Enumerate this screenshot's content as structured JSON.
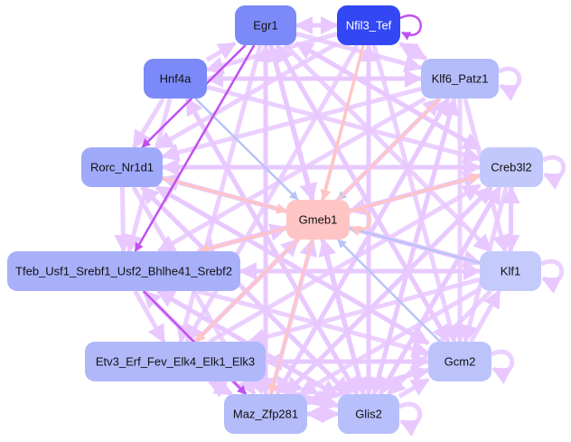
{
  "diagram": {
    "type": "gene-regulatory-network",
    "colors": {
      "edge_default": "#e8c8ff",
      "edge_strong": "#c050f0",
      "edge_blue": "#b8c4f8",
      "edge_pink": "#ffc4c4",
      "self_loop_strong": "#c050f0"
    },
    "nodes": [
      {
        "id": "Egr1",
        "label": "Egr1",
        "fill": "#7b8af8",
        "text_color": "#111111"
      },
      {
        "id": "Nfil3_Tef",
        "label": "Nfil3_Tef",
        "fill": "#3347f5",
        "text_color": "#ffffff"
      },
      {
        "id": "Hnf4a",
        "label": "Hnf4a",
        "fill": "#7b8af8",
        "text_color": "#111111"
      },
      {
        "id": "Klf6_Patz1",
        "label": "Klf6_Patz1",
        "fill": "#b4bcfa",
        "text_color": "#111111"
      },
      {
        "id": "Rorc_Nr1d1",
        "label": "Rorc_Nr1d1",
        "fill": "#a0aafa",
        "text_color": "#111111"
      },
      {
        "id": "Creb3l2",
        "label": "Creb3l2",
        "fill": "#c2c8fb",
        "text_color": "#111111"
      },
      {
        "id": "Gmeb1",
        "label": "Gmeb1",
        "fill": "#ffc4c4",
        "text_color": "#111111"
      },
      {
        "id": "Tfeb_Usf1_Srebf1_Usf2_Bhlhe41_Srebf2",
        "label": "Tfeb_Usf1_Srebf1_Usf2_Bhlhe41_Srebf2",
        "fill": "#a8b0fa",
        "text_color": "#111111"
      },
      {
        "id": "Klf1",
        "label": "Klf1",
        "fill": "#c4cafb",
        "text_color": "#111111"
      },
      {
        "id": "Etv3_Erf_Fev_Elk4_Elk1_Elk3",
        "label": "Etv3_Erf_Fev_Elk4_Elk1_Elk3",
        "fill": "#b0b8fa",
        "text_color": "#111111"
      },
      {
        "id": "Gcm2",
        "label": "Gcm2",
        "fill": "#bcc3fb",
        "text_color": "#111111"
      },
      {
        "id": "Maz_Zfp281",
        "label": "Maz_Zfp281",
        "fill": "#b4bcfa",
        "text_color": "#111111"
      },
      {
        "id": "Glis2",
        "label": "Glis2",
        "fill": "#b8c0fb",
        "text_color": "#111111"
      }
    ],
    "edges": [
      {
        "from": "Egr1",
        "to": "Nfil3_Tef",
        "style": "default"
      },
      {
        "from": "Nfil3_Tef",
        "to": "Egr1",
        "style": "default"
      },
      {
        "from": "Nfil3_Tef",
        "to": "Nfil3_Tef",
        "style": "strong"
      },
      {
        "from": "Egr1",
        "to": "Rorc_Nr1d1",
        "style": "strong"
      },
      {
        "from": "Egr1",
        "to": "Tfeb_Usf1_Srebf1_Usf2_Bhlhe41_Srebf2",
        "style": "strong"
      },
      {
        "from": "Hnf4a",
        "to": "Gmeb1",
        "style": "blue"
      },
      {
        "from": "Nfil3_Tef",
        "to": "Gmeb1",
        "style": "pink"
      },
      {
        "from": "Rorc_Nr1d1",
        "to": "Gmeb1",
        "style": "pink"
      },
      {
        "from": "Gmeb1",
        "to": "Creb3l2",
        "style": "pink"
      },
      {
        "from": "Gmeb1",
        "to": "Gmeb1",
        "style": "pink"
      },
      {
        "from": "Gmeb1",
        "to": "Tfeb_Usf1_Srebf1_Usf2_Bhlhe41_Srebf2",
        "style": "pink"
      },
      {
        "from": "Klf1",
        "to": "Gmeb1",
        "style": "blue"
      },
      {
        "from": "Gcm2",
        "to": "Gmeb1",
        "style": "blue"
      },
      {
        "from": "Klf6_Patz1",
        "to": "Gmeb1",
        "style": "blue"
      },
      {
        "from": "Nfil3_Tef",
        "to": "Maz_Zfp281",
        "style": "pink"
      },
      {
        "from": "Klf6_Patz1",
        "to": "Etv3_Erf_Fev_Elk4_Elk1_Elk3",
        "style": "pink"
      },
      {
        "from": "Tfeb_Usf1_Srebf1_Usf2_Bhlhe41_Srebf2",
        "to": "Maz_Zfp281",
        "style": "strong"
      },
      {
        "from": "Klf6_Patz1",
        "to": "Klf6_Patz1",
        "style": "default"
      },
      {
        "from": "Creb3l2",
        "to": "Creb3l2",
        "style": "default"
      },
      {
        "from": "Klf1",
        "to": "Klf1",
        "style": "default"
      },
      {
        "from": "Gcm2",
        "to": "Gcm2",
        "style": "default"
      },
      {
        "from": "Glis2",
        "to": "Glis2",
        "style": "default"
      },
      {
        "from": "Creb3l2",
        "to": "Klf1",
        "style": "default"
      },
      {
        "from": "Klf1",
        "to": "Creb3l2",
        "style": "default"
      },
      {
        "from": "Rorc_Nr1d1",
        "to": "Tfeb_Usf1_Srebf1_Usf2_Bhlhe41_Srebf2",
        "style": "default"
      },
      {
        "from": "Tfeb_Usf1_Srebf1_Usf2_Bhlhe41_Srebf2",
        "to": "Etv3_Erf_Fev_Elk4_Elk1_Elk3",
        "style": "default"
      },
      {
        "from": "Maz_Zfp281",
        "to": "Glis2",
        "style": "default"
      },
      {
        "from": "Glis2",
        "to": "Maz_Zfp281",
        "style": "default"
      },
      {
        "from": "Glis2",
        "to": "Gcm2",
        "style": "default"
      },
      {
        "from": "Gcm2",
        "to": "Klf1",
        "style": "default"
      },
      {
        "from": "Hnf4a",
        "to": "Rorc_Nr1d1",
        "style": "default"
      },
      {
        "from": "Hnf4a",
        "to": "Egr1",
        "style": "default"
      },
      {
        "from": "Nfil3_Tef",
        "to": "Klf6_Patz1",
        "style": "default"
      },
      {
        "from": "Klf6_Patz1",
        "to": "Nfil3_Tef",
        "style": "default"
      },
      {
        "from": "Egr1",
        "to": "Klf6_Patz1",
        "style": "default"
      },
      {
        "from": "Egr1",
        "to": "Glis2",
        "style": "default"
      },
      {
        "from": "Egr1",
        "to": "Maz_Zfp281",
        "style": "default"
      },
      {
        "from": "Egr1",
        "to": "Gcm2",
        "style": "default"
      },
      {
        "from": "Egr1",
        "to": "Klf1",
        "style": "default"
      },
      {
        "from": "Egr1",
        "to": "Creb3l2",
        "style": "default"
      },
      {
        "from": "Egr1",
        "to": "Etv3_Erf_Fev_Elk4_Elk1_Elk3",
        "style": "default"
      },
      {
        "from": "Nfil3_Tef",
        "to": "Glis2",
        "style": "default"
      },
      {
        "from": "Nfil3_Tef",
        "to": "Gcm2",
        "style": "default"
      },
      {
        "from": "Nfil3_Tef",
        "to": "Etv3_Erf_Fev_Elk4_Elk1_Elk3",
        "style": "default"
      },
      {
        "from": "Nfil3_Tef",
        "to": "Rorc_Nr1d1",
        "style": "default"
      },
      {
        "from": "Nfil3_Tef",
        "to": "Hnf4a",
        "style": "default"
      },
      {
        "from": "Hnf4a",
        "to": "Glis2",
        "style": "default"
      },
      {
        "from": "Hnf4a",
        "to": "Klf6_Patz1",
        "style": "default"
      },
      {
        "from": "Hnf4a",
        "to": "Creb3l2",
        "style": "default"
      },
      {
        "from": "Hnf4a",
        "to": "Tfeb_Usf1_Srebf1_Usf2_Bhlhe41_Srebf2",
        "style": "default"
      },
      {
        "from": "Klf6_Patz1",
        "to": "Rorc_Nr1d1",
        "style": "default"
      },
      {
        "from": "Klf6_Patz1",
        "to": "Hnf4a",
        "style": "default"
      },
      {
        "from": "Klf6_Patz1",
        "to": "Klf1",
        "style": "default"
      },
      {
        "from": "Klf6_Patz1",
        "to": "Glis2",
        "style": "default"
      },
      {
        "from": "Klf6_Patz1",
        "to": "Maz_Zfp281",
        "style": "default"
      },
      {
        "from": "Klf6_Patz1",
        "to": "Gcm2",
        "style": "default"
      },
      {
        "from": "Klf6_Patz1",
        "to": "Tfeb_Usf1_Srebf1_Usf2_Bhlhe41_Srebf2",
        "style": "default"
      },
      {
        "from": "Rorc_Nr1d1",
        "to": "Creb3l2",
        "style": "default"
      },
      {
        "from": "Rorc_Nr1d1",
        "to": "Klf1",
        "style": "default"
      },
      {
        "from": "Rorc_Nr1d1",
        "to": "Gcm2",
        "style": "default"
      },
      {
        "from": "Rorc_Nr1d1",
        "to": "Glis2",
        "style": "default"
      },
      {
        "from": "Rorc_Nr1d1",
        "to": "Maz_Zfp281",
        "style": "default"
      },
      {
        "from": "Creb3l2",
        "to": "Rorc_Nr1d1",
        "style": "default"
      },
      {
        "from": "Creb3l2",
        "to": "Tfeb_Usf1_Srebf1_Usf2_Bhlhe41_Srebf2",
        "style": "default"
      },
      {
        "from": "Creb3l2",
        "to": "Glis2",
        "style": "default"
      },
      {
        "from": "Creb3l2",
        "to": "Maz_Zfp281",
        "style": "default"
      },
      {
        "from": "Creb3l2",
        "to": "Gcm2",
        "style": "default"
      },
      {
        "from": "Creb3l2",
        "to": "Egr1",
        "style": "default"
      },
      {
        "from": "Tfeb_Usf1_Srebf1_Usf2_Bhlhe41_Srebf2",
        "to": "Klf1",
        "style": "default"
      },
      {
        "from": "Tfeb_Usf1_Srebf1_Usf2_Bhlhe41_Srebf2",
        "to": "Glis2",
        "style": "default"
      },
      {
        "from": "Tfeb_Usf1_Srebf1_Usf2_Bhlhe41_Srebf2",
        "to": "Gcm2",
        "style": "default"
      },
      {
        "from": "Tfeb_Usf1_Srebf1_Usf2_Bhlhe41_Srebf2",
        "to": "Creb3l2",
        "style": "default"
      },
      {
        "from": "Klf1",
        "to": "Tfeb_Usf1_Srebf1_Usf2_Bhlhe41_Srebf2",
        "style": "default"
      },
      {
        "from": "Klf1",
        "to": "Glis2",
        "style": "default"
      },
      {
        "from": "Klf1",
        "to": "Maz_Zfp281",
        "style": "default"
      },
      {
        "from": "Klf1",
        "to": "Etv3_Erf_Fev_Elk4_Elk1_Elk3",
        "style": "default"
      },
      {
        "from": "Klf1",
        "to": "Rorc_Nr1d1",
        "style": "default"
      },
      {
        "from": "Etv3_Erf_Fev_Elk4_Elk1_Elk3",
        "to": "Glis2",
        "style": "default"
      },
      {
        "from": "Etv3_Erf_Fev_Elk4_Elk1_Elk3",
        "to": "Maz_Zfp281",
        "style": "default"
      },
      {
        "from": "Etv3_Erf_Fev_Elk4_Elk1_Elk3",
        "to": "Gcm2",
        "style": "default"
      },
      {
        "from": "Etv3_Erf_Fev_Elk4_Elk1_Elk3",
        "to": "Creb3l2",
        "style": "default"
      },
      {
        "from": "Etv3_Erf_Fev_Elk4_Elk1_Elk3",
        "to": "Klf6_Patz1",
        "style": "default"
      },
      {
        "from": "Gcm2",
        "to": "Maz_Zfp281",
        "style": "default"
      },
      {
        "from": "Gcm2",
        "to": "Etv3_Erf_Fev_Elk4_Elk1_Elk3",
        "style": "default"
      },
      {
        "from": "Gcm2",
        "to": "Rorc_Nr1d1",
        "style": "default"
      },
      {
        "from": "Gcm2",
        "to": "Egr1",
        "style": "default"
      },
      {
        "from": "Maz_Zfp281",
        "to": "Egr1",
        "style": "default"
      },
      {
        "from": "Maz_Zfp281",
        "to": "Klf6_Patz1",
        "style": "default"
      },
      {
        "from": "Maz_Zfp281",
        "to": "Creb3l2",
        "style": "default"
      },
      {
        "from": "Maz_Zfp281",
        "to": "Gcm2",
        "style": "default"
      },
      {
        "from": "Maz_Zfp281",
        "to": "Etv3_Erf_Fev_Elk4_Elk1_Elk3",
        "style": "default"
      },
      {
        "from": "Maz_Zfp281",
        "to": "Tfeb_Usf1_Srebf1_Usf2_Bhlhe41_Srebf2",
        "style": "default"
      },
      {
        "from": "Glis2",
        "to": "Egr1",
        "style": "default"
      },
      {
        "from": "Glis2",
        "to": "Nfil3_Tef",
        "style": "default"
      },
      {
        "from": "Glis2",
        "to": "Hnf4a",
        "style": "default"
      },
      {
        "from": "Glis2",
        "to": "Rorc_Nr1d1",
        "style": "default"
      },
      {
        "from": "Glis2",
        "to": "Klf6_Patz1",
        "style": "default"
      },
      {
        "from": "Glis2",
        "to": "Creb3l2",
        "style": "default"
      },
      {
        "from": "Glis2",
        "to": "Tfeb_Usf1_Srebf1_Usf2_Bhlhe41_Srebf2",
        "style": "default"
      },
      {
        "from": "Glis2",
        "to": "Etv3_Erf_Fev_Elk4_Elk1_Elk3",
        "style": "default"
      },
      {
        "from": "Egr1",
        "to": "Gmeb1",
        "style": "default"
      },
      {
        "from": "Creb3l2",
        "to": "Gmeb1",
        "style": "default"
      },
      {
        "from": "Glis2",
        "to": "Gmeb1",
        "style": "default"
      },
      {
        "from": "Maz_Zfp281",
        "to": "Gmeb1",
        "style": "default"
      },
      {
        "from": "Etv3_Erf_Fev_Elk4_Elk1_Elk3",
        "to": "Gmeb1",
        "style": "default"
      },
      {
        "from": "Tfeb_Usf1_Srebf1_Usf2_Bhlhe41_Srebf2",
        "to": "Gmeb1",
        "style": "default"
      }
    ]
  }
}
